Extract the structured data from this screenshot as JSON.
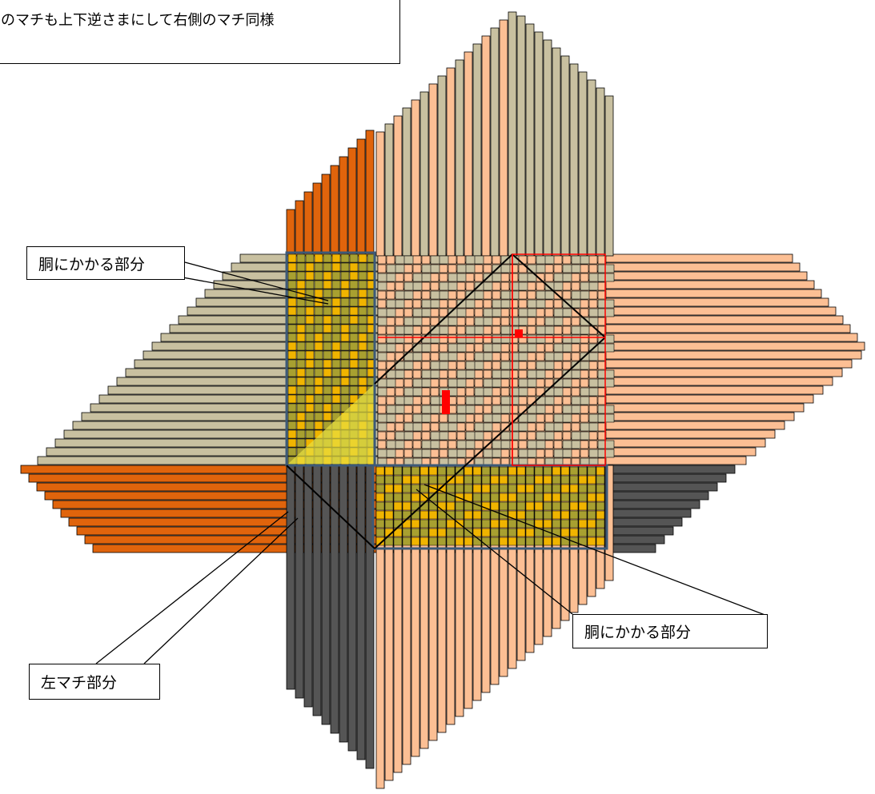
{
  "note": {
    "text": "のマチも上下逆さまにして右側のマチ同様"
  },
  "labels": {
    "body_part_upper": "胴にかかる部分",
    "body_part_lower": "胴にかかる部分",
    "left_gusset": "左マチ部分"
  },
  "colors": {
    "beige": "#c8c0a0",
    "peach": "#fcbf94",
    "orange": "#e0640c",
    "charcoal": "#555555",
    "mustard": "#f0b400",
    "olive": "#a8a030",
    "lemon": "#e8e040",
    "guide_red": "#ff0000",
    "frame_blue": "#3c5a78"
  }
}
